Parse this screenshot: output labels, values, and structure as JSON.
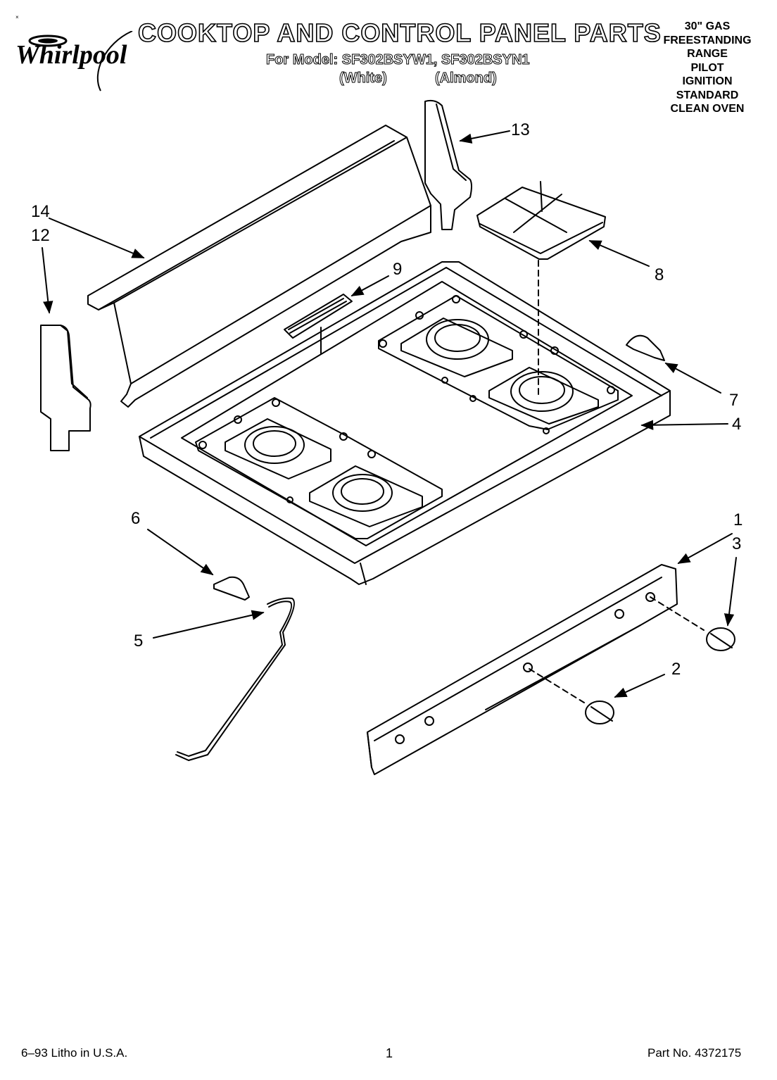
{
  "header": {
    "brand": "Whirlpool",
    "title": "COOKTOP AND CONTROL PANEL PARTS",
    "model_line": "For Model: SF302BSYW1, SF302BSYN1",
    "variants": [
      "(White)",
      "(Almond)"
    ],
    "spec_lines": [
      "30\" GAS",
      "FREESTANDING",
      "RANGE",
      "PILOT",
      "IGNITION",
      "STANDARD",
      "CLEAN OVEN"
    ]
  },
  "callouts": {
    "c1": "1",
    "c2": "2",
    "c3": "3",
    "c4": "4",
    "c5": "5",
    "c6": "6",
    "c7": "7",
    "c8": "8",
    "c9": "9",
    "c12": "12",
    "c13": "13",
    "c14": "14"
  },
  "footer": {
    "date_print": "6–93  Litho in U.S.A.",
    "page": "1",
    "part_no": "Part No. 4372175"
  }
}
